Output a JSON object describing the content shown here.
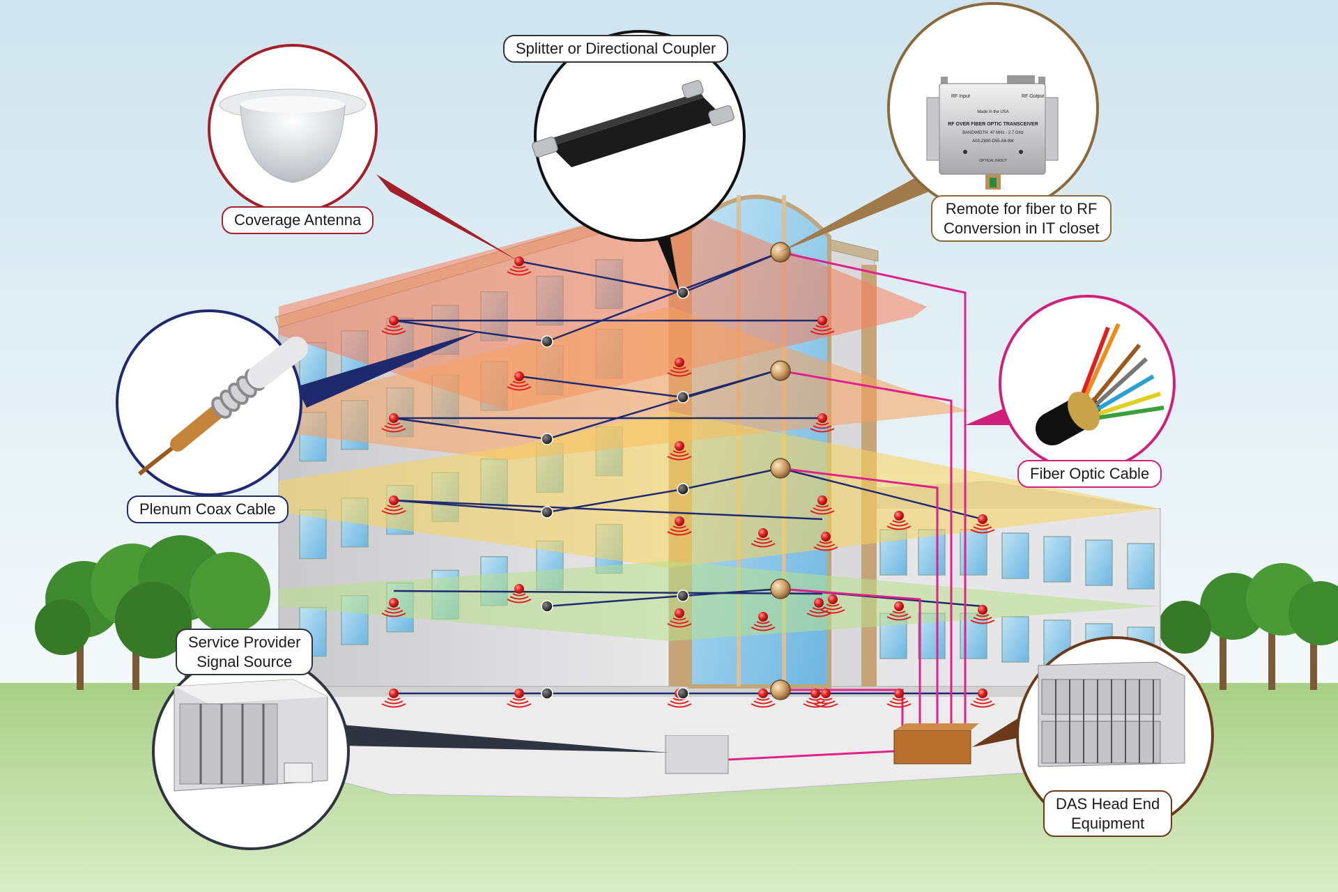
{
  "labels": {
    "splitter": "Splitter or Directional Coupler",
    "coverage_antenna": "Coverage Antenna",
    "remote_line1": "Remote for fiber to RF",
    "remote_line2": "Conversion in IT closet",
    "plenum_coax": "Plenum Coax Cable",
    "fiber_optic": "Fiber Optic Cable",
    "service_provider_line1": "Service Provider",
    "service_provider_line2": "Signal Source",
    "das_line1": "DAS Head End",
    "das_line2": "Equipment"
  },
  "transceiver": {
    "rf_input": "RF Input",
    "rf_output": "RF Output",
    "made_in": "Made in the USA",
    "title": "RF OVER FIBER OPTIC TRANSCEIVER",
    "bandwidth": "BANDWIDTH: 47 MHz - 2.7 GHz",
    "model": "A03-Z800-D55-A8-9W",
    "optical": "OPTICAL IN/OUT"
  },
  "colors": {
    "sky_top": "#cfe4ef",
    "grass": "#a9cf86",
    "floor_top": "#f5805a",
    "floor_2": "#f7a35c",
    "floor_3": "#f7d45a",
    "floor_4": "#b8e08a",
    "fiber": "#e0218a",
    "coax": "#1f2a6e",
    "antenna": "#e0201f",
    "coverage_border": "#a31f2a",
    "coax_border": "#1f2a6e",
    "splitter_border": "#111111",
    "remote_border": "#8a6a3a",
    "fiber_border": "#d0217a",
    "das_border": "#6b3a1a"
  },
  "icons": [
    "antenna-icon",
    "splitter-icon",
    "transceiver-icon",
    "coax-cable-icon",
    "fiber-cable-icon",
    "server-rack-icon",
    "tree-icon"
  ]
}
